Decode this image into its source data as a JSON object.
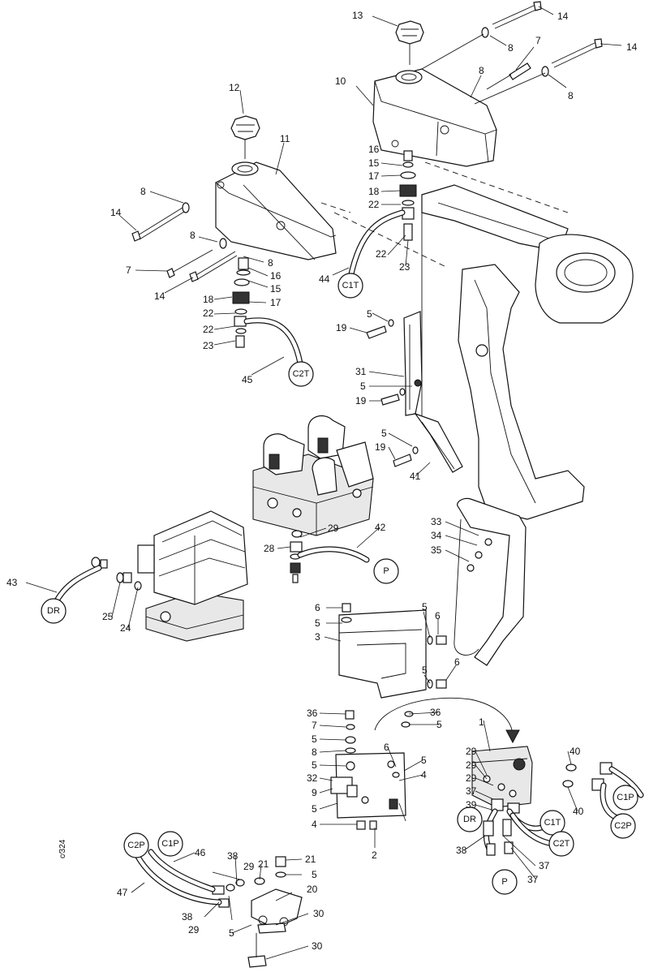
{
  "diagram": {
    "callouts": {
      "c14a": "14",
      "c14b": "14",
      "c8a": "8",
      "c7a": "7",
      "c8b": "8",
      "c13": "13",
      "c10": "10",
      "c12": "12",
      "c11": "11",
      "c8c": "8",
      "c14c": "14",
      "c8d": "8",
      "c8e": "8",
      "c7b": "7",
      "c14d": "14",
      "c16a": "16",
      "c15a": "15",
      "c17a": "17",
      "c18a": "18",
      "c22a": "22",
      "c22b": "22",
      "c23a": "23",
      "c44": "44",
      "c16b": "16",
      "c15b": "15",
      "c17b": "17",
      "c18b": "18",
      "c22c": "22",
      "c22d": "22",
      "c23b": "23",
      "c45": "45",
      "c5a": "5",
      "c19a": "19",
      "c31": "31",
      "c5b": "5",
      "c19b": "19",
      "c5c": "5",
      "c19c": "19",
      "c41": "41",
      "c29a": "29",
      "c42": "42",
      "c28": "28",
      "c43": "43",
      "c25": "25",
      "c24": "24",
      "c33": "33",
      "c34": "34",
      "c35": "35",
      "c6a": "6",
      "c5d": "5",
      "c3": "3",
      "c5e": "5",
      "c6b": "6",
      "c5f": "5",
      "c6c": "6",
      "c36a": "36",
      "c7c": "7",
      "c5g": "5",
      "c8f": "8",
      "c5h": "5",
      "c32": "32",
      "c9": "9",
      "c5i": "5",
      "c4a": "4",
      "c6d": "6",
      "c36b": "36",
      "c5j": "5",
      "c5k": "5",
      "c4b": "4",
      "c2": "2",
      "c1": "1",
      "c29b": "29",
      "c29c": "29",
      "c29d": "29",
      "c37a": "37",
      "c39": "39",
      "c40a": "40",
      "c40b": "40",
      "c38a": "38",
      "c37b": "37",
      "c37c": "37",
      "c46": "46",
      "c47": "47",
      "c38b": "38",
      "c29e": "29",
      "c21a": "21",
      "c21b": "21",
      "c5l": "5",
      "c38c": "38",
      "c29f": "29",
      "c20": "20",
      "c5m": "5",
      "c30a": "30",
      "c30b": "30"
    },
    "port_labels": {
      "c1t_a": "C1T",
      "c2t_a": "C2T",
      "p_a": "P",
      "dr_a": "DR",
      "c1p_a": "C1P",
      "c2p_a": "C2P",
      "dr_b": "DR",
      "c1t_b": "C1T",
      "c2t_b": "C2T",
      "p_b": "P",
      "c2p_b": "C2P",
      "c1p_b": "C1P"
    },
    "drawing_code": "c⁄324"
  }
}
